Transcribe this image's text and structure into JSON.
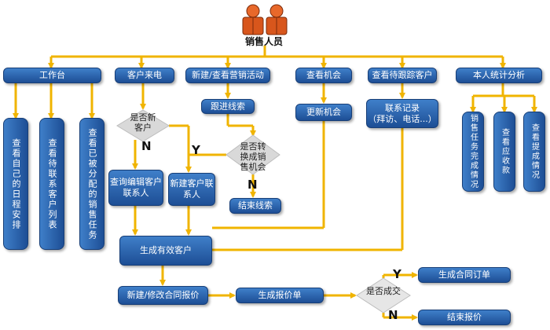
{
  "title": "销售人员",
  "nodes": {
    "workbench": "工作台",
    "incoming_call": "客户来电",
    "new_view_campaign": "新建/查看营销活动",
    "view_opportunity": "查看机会",
    "view_pending_customer": "查看待跟踪客户",
    "personal_stats": "本人统计分析",
    "schedule": "查看自己的日程安排",
    "pending_contacts": "查看待联系客户列表",
    "assigned_tasks": "查看已被分配的销售任务",
    "follow_lead": "跟进线索",
    "update_opportunity": "更新机会",
    "contact_record_line1": "联系记录",
    "contact_record_line2": "（拜访、电话...）",
    "sales_task_completion": "销售任务完成情况",
    "receivables": "查看应收款",
    "commission": "查看提成情况",
    "is_new_customer": "是否新客户",
    "convert_opportunity": "是否转换成销售机会",
    "query_edit_contact": "查询编辑客户联系人",
    "new_contact": "新建客户联系人",
    "end_lead": "结束线索",
    "valid_customer": "生成有效客户",
    "new_modify_quote": "新建/修改合同报价",
    "generate_quote": "生成报价单",
    "is_deal": "是否成交",
    "generate_order": "生成合同订单",
    "end_quote": "结束报价"
  },
  "yn": {
    "yes": "Y",
    "no": "N"
  },
  "colors": {
    "box": "#2a62ad",
    "arrow": "#f0b400",
    "diamond": "#d9d9d9"
  }
}
